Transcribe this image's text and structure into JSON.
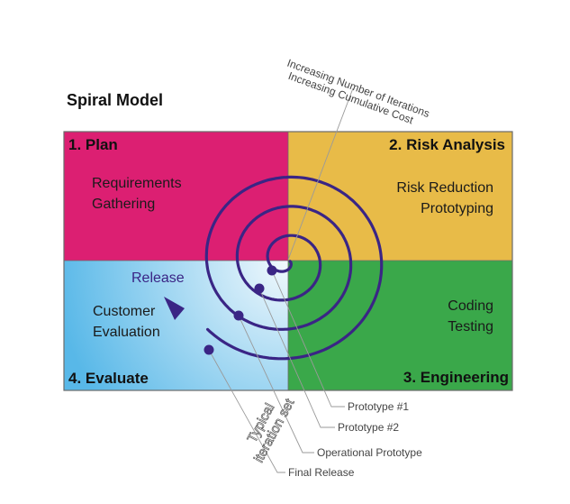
{
  "title": "Spiral Model",
  "colors": {
    "plan": "#dc1f72",
    "risk": "#e8bb48",
    "engineering": "#3aa84a",
    "evaluate_edge": "#58b8e8",
    "evaluate_center": "#f2f9fd",
    "spiral": "#3a2585",
    "pointer": "#9a9a9a"
  },
  "quadrants": {
    "plan": {
      "title": "1. Plan",
      "lines": [
        "Requirements",
        "Gathering"
      ]
    },
    "risk": {
      "title": "2. Risk Analysis",
      "lines": [
        "Risk Reduction",
        "Prototyping"
      ]
    },
    "engineering": {
      "title": "3. Engineering",
      "lines": [
        "Coding",
        "Testing"
      ]
    },
    "evaluate": {
      "title": "4. Evaluate",
      "lines": [
        "Customer",
        "Evaluation"
      ]
    }
  },
  "release_label": "Release",
  "axis_annotation": {
    "line1": "Increasing Number of Iterations",
    "line2": "Increasing Cumulative Cost"
  },
  "iteration_label": {
    "line1": "Typical",
    "line2": "iteration set"
  },
  "milestones": [
    "Prototype #1",
    "Prototype #2",
    "Operational Prototype",
    "Final Release"
  ]
}
